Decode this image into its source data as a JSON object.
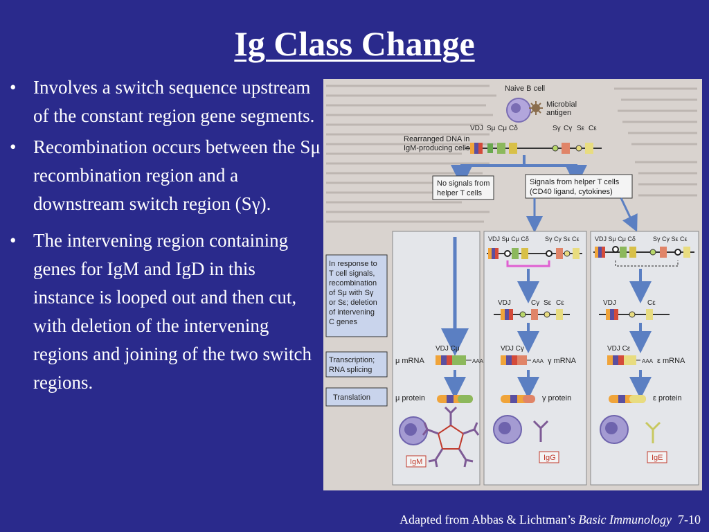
{
  "slide": {
    "title": "Ig Class Change",
    "bullets": [
      {
        "marker": "•",
        "text": "Involves a switch sequence upstream of the constant region gene segments."
      },
      {
        "marker": "•",
        "text": "Recombination occurs between the Sμ recombination region and a downstream switch region (Sγ)."
      },
      {
        "marker": "•",
        "text": "The intervening region containing genes for IgM and IgD in this instance is looped out and then cut, with deletion of the intervening regions and joining of the two switch regions."
      }
    ],
    "credit_prefix": "Adapted from Abbas & Lichtman’s ",
    "credit_book": "Basic Immunology",
    "credit_page": "7-10"
  },
  "figure": {
    "naive_b_cell": "Naive B cell",
    "microbial": "Microbial",
    "antigen": "antigen",
    "rearranged_1": "Rearranged DNA in",
    "rearranged_2": "IgM-producing cells",
    "top_gene_labels": [
      "VDJ",
      "Sμ",
      "Cμ",
      "Cδ",
      "Sγ",
      "Cγ",
      "Sε",
      "Cε"
    ],
    "no_signals_1": "No signals from",
    "no_signals_2": "helper T cells",
    "signals_1": "Signals from helper T cells",
    "signals_2": "(CD40 ligand, cytokines)",
    "step_recomb": [
      "In response to",
      "T cell signals,",
      "recombination",
      "of Sμ with Sγ",
      "or Sε; deletion",
      "of intervening",
      "C genes"
    ],
    "step_transcription": [
      "Transcription;",
      "RNA splicing"
    ],
    "step_translation": "Translation",
    "mid_gene_labels": [
      "VDJ Sμ Cμ Cδ",
      "Sγ Cγ Sε Cε"
    ],
    "right_gene_labels": [
      "VDJ Sμ Cμ Cδ",
      "Sγ Cγ Sε Cε"
    ],
    "igg_dna": [
      "VDJ",
      "Cγ",
      "Sε",
      "Cε"
    ],
    "ige_dna": [
      "VDJ",
      "Cε"
    ],
    "mrna": {
      "mu_label": "μ mRNA",
      "mu_gene": "VDJ Cμ",
      "gamma_label": "γ mRNA",
      "gamma_gene": "VDJ Cγ",
      "eps_label": "ε mRNA",
      "eps_gene": "VDJ Cε",
      "aaa": "AAA"
    },
    "protein": {
      "mu": "μ protein",
      "gamma": "γ protein",
      "eps": "ε protein"
    },
    "antibodies": {
      "igm": "IgM",
      "igg": "IgG",
      "ige": "IgE"
    },
    "colors": {
      "slide_background": "#2a2a8c",
      "figure_background": "#d9d3cf",
      "column_panel": "#e4e6ea",
      "arrow_blue": "#5b7fc2",
      "cell_purple": "#8a7fc0",
      "loop_pink": "#e05fd1"
    }
  }
}
